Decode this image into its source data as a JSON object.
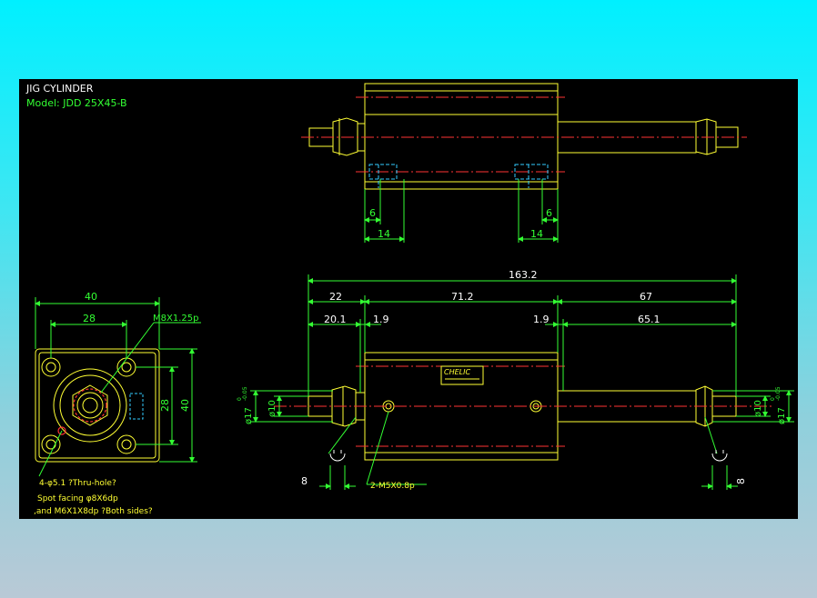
{
  "title": {
    "line1": "JIG CYLINDER",
    "line2": "Model: JDD 25X45-B"
  },
  "colors": {
    "background_outer": "#00f0ff",
    "canvas": "#000000",
    "outline": "#ffff33",
    "dimension": "#33ff33",
    "centerline": "#ff3333",
    "hidden": "#33ccff",
    "title": "#ffffff"
  },
  "top_view": {
    "dims": {
      "left_small": "6",
      "left_large": "14",
      "right_small": "6",
      "right_large": "14"
    }
  },
  "side_view": {
    "dims": {
      "overall": "163.2",
      "left_section": "22",
      "middle_section": "71.2",
      "right_section": "67",
      "left_sub": "20.1",
      "left_gap": "1.9",
      "right_gap": "1.9",
      "right_sub": "65.1",
      "left_dia_rod": "ø10",
      "left_dia_tol": "ø17",
      "tol_upper": "0",
      "tol_lower": "-0.05",
      "right_dia_rod": "ø10",
      "right_dia_tol": "ø17",
      "left_wrench": "8",
      "right_wrench": "8",
      "port_label": "2-M5X0.8p"
    },
    "nameplate": "CHELIC"
  },
  "end_view": {
    "dims": {
      "width": "40",
      "inner_width": "28",
      "inner_height": "28",
      "height": "40",
      "thread": "M8X1.25p"
    },
    "notes": {
      "hole": "4-φ5.1 ?Thru-hole?",
      "spot": "Spot facing φ8X6dp",
      "thread_note": ",and M6X1X8dp ?Both sides?"
    }
  }
}
